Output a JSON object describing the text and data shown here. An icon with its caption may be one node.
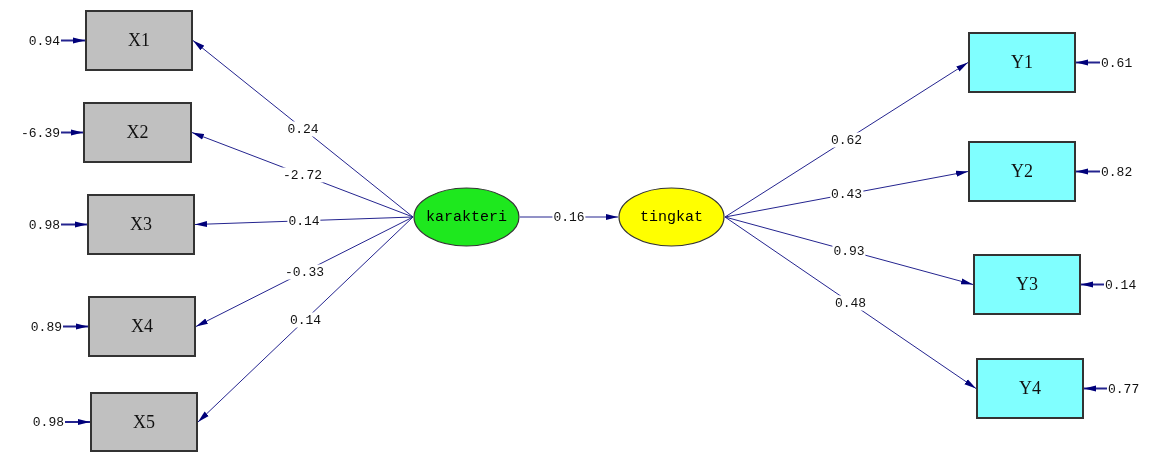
{
  "diagram": {
    "nodes": [
      {
        "text": [
          "X1"
        ]
      },
      {
        "text": [
          "X2"
        ]
      },
      {
        "text": [
          "X3"
        ]
      },
      {
        "text": [
          "X4"
        ]
      },
      {
        "text": [
          "X5"
        ]
      },
      {
        "text": [
          "karakteri"
        ]
      },
      {
        "text": [
          "tingkat"
        ]
      },
      {
        "text": [
          "Y1"
        ]
      },
      {
        "text": [
          "Y2"
        ]
      },
      {
        "text": [
          "Y3"
        ]
      },
      {
        "text": [
          "Y4"
        ]
      },
      {
        "text": [
          "0.94"
        ]
      },
      {
        "text": [
          "-6.39"
        ]
      },
      {
        "text": [
          "0.98"
        ]
      },
      {
        "text": [
          "0.89"
        ]
      },
      {
        "text": [
          "0.98"
        ]
      },
      {
        "text": [
          "0.61"
        ]
      },
      {
        "text": [
          "0.82"
        ]
      },
      {
        "text": [
          "0.14"
        ]
      },
      {
        "text": [
          "0.77"
        ]
      }
    ],
    "edges": [
      {
        "from": 5,
        "to": 0,
        "arrow": "to",
        "label": "0.24"
      },
      {
        "from": 5,
        "to": 1,
        "arrow": "to",
        "label": "-2.72"
      },
      {
        "from": 5,
        "to": 2,
        "arrow": "to",
        "label": "0.14"
      },
      {
        "from": 5,
        "to": 3,
        "arrow": "to",
        "label": "-0.33"
      },
      {
        "from": 5,
        "to": 4,
        "arrow": "to",
        "label": "0.14"
      },
      {
        "from": 5,
        "to": 6,
        "arrow": "to",
        "label": "0.16"
      },
      {
        "from": 6,
        "to": 7,
        "arrow": "to",
        "label": "0.62"
      },
      {
        "from": 6,
        "to": 8,
        "arrow": "to",
        "label": "0.43"
      },
      {
        "from": 6,
        "to": 9,
        "arrow": "to",
        "label": "0.93"
      },
      {
        "from": 6,
        "to": 10,
        "arrow": "to",
        "label": "0.48"
      },
      {
        "from": 11,
        "to": 0,
        "arrow": "to"
      },
      {
        "from": 12,
        "to": 1,
        "arrow": "to"
      },
      {
        "from": 13,
        "to": 2,
        "arrow": "to"
      },
      {
        "from": 14,
        "to": 3,
        "arrow": "to"
      },
      {
        "from": 15,
        "to": 4,
        "arrow": "to"
      },
      {
        "from": 16,
        "to": 7,
        "arrow": "to"
      },
      {
        "from": 17,
        "to": 8,
        "arrow": "to"
      },
      {
        "from": 18,
        "to": 9,
        "arrow": "to"
      },
      {
        "from": 19,
        "to": 10,
        "arrow": "to"
      }
    ]
  }
}
